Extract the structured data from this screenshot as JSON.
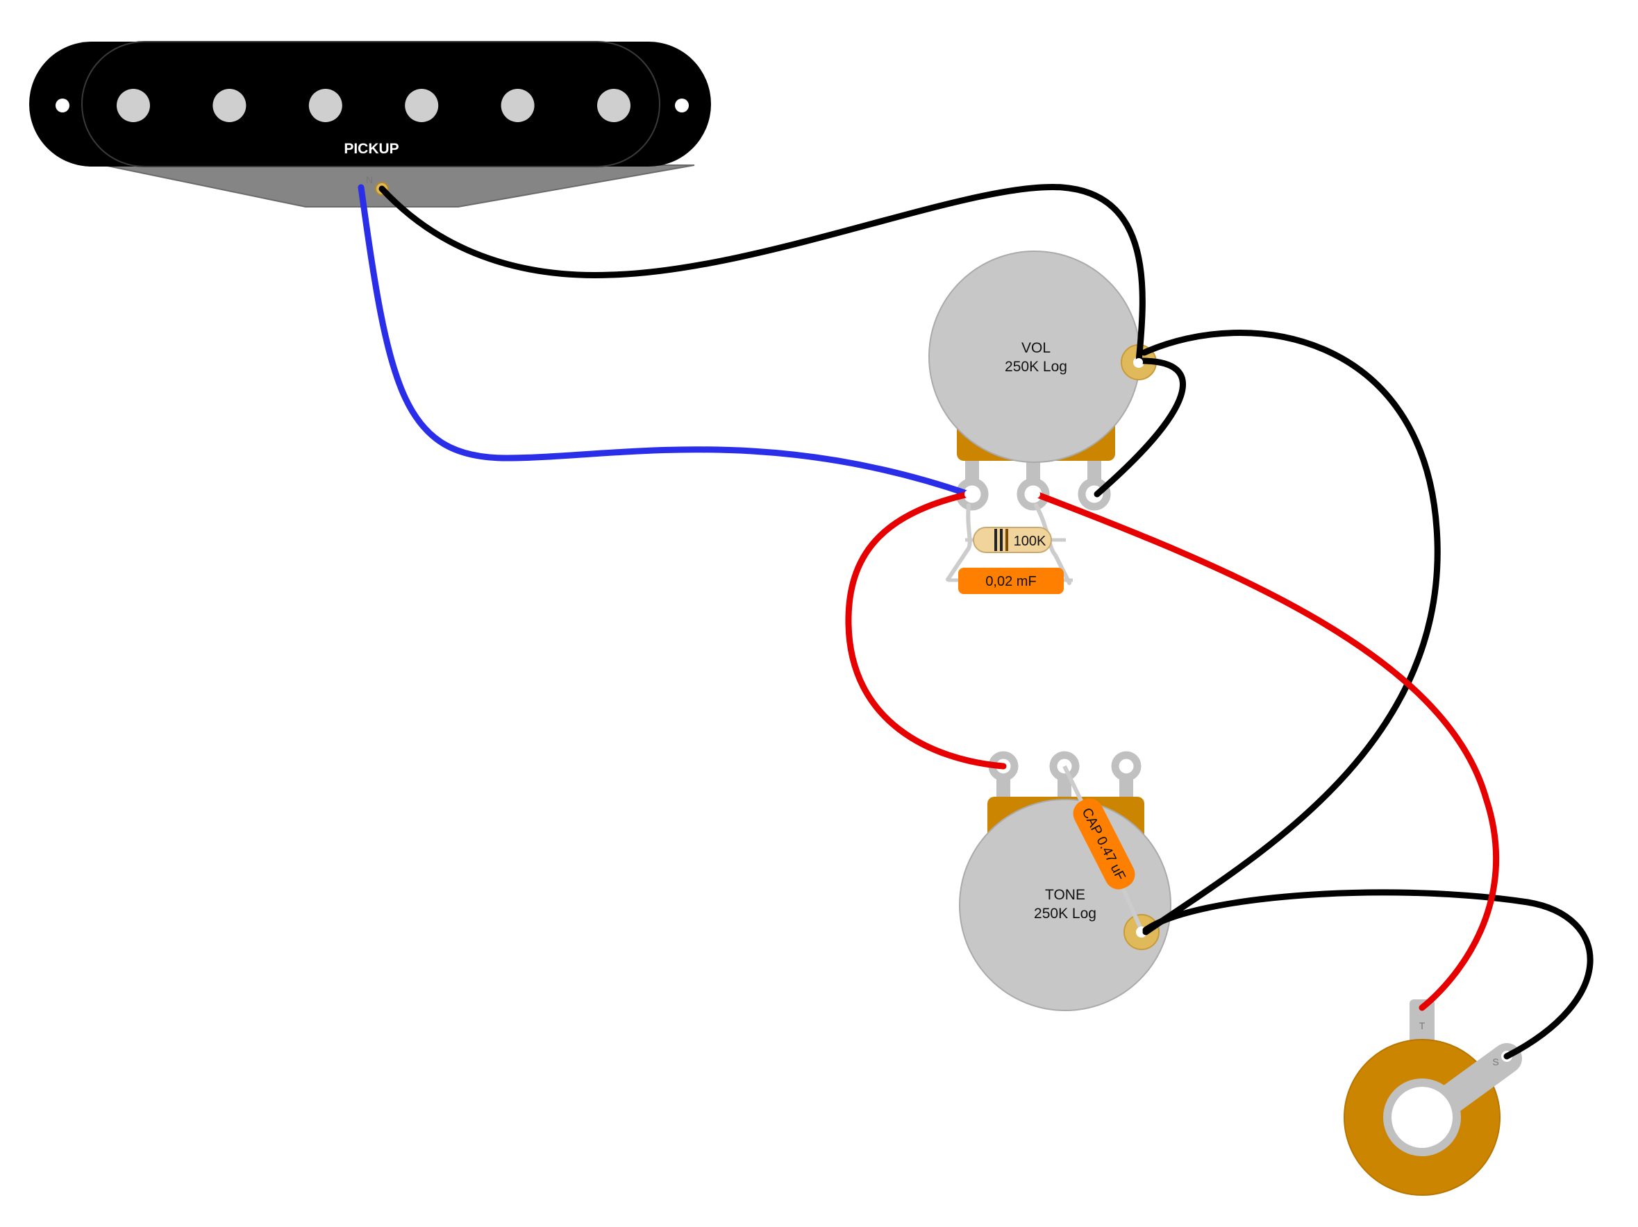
{
  "pickup": {
    "label": "PICKUP",
    "terminal_label": "N",
    "pole_count": 6
  },
  "volume_pot": {
    "name": "VOL",
    "value": "250K Log"
  },
  "tone_pot": {
    "name": "TONE",
    "value": "250K Log"
  },
  "treble_bleed": {
    "resistor_label": "100K",
    "capacitor_label": "0,02 mF"
  },
  "tone_cap": {
    "label": "CAP 0.47 uF"
  },
  "jack": {
    "tip_label": "T",
    "sleeve_label": "S"
  },
  "colors": {
    "hot_wire": "#2a2ee8",
    "ground_wire": "#000000",
    "signal_wire": "#e60000",
    "pot_body": "#c7c7c7",
    "pot_casing": "#cc8500",
    "lug_gold": "#e0b95a",
    "pickup_body": "#000000",
    "pickup_base": "#858585",
    "capacitor": "#ff7f00",
    "resistor": "#f0d49b",
    "jack_ring": "#cc8500",
    "lug_silver": "#c0c0c0"
  }
}
